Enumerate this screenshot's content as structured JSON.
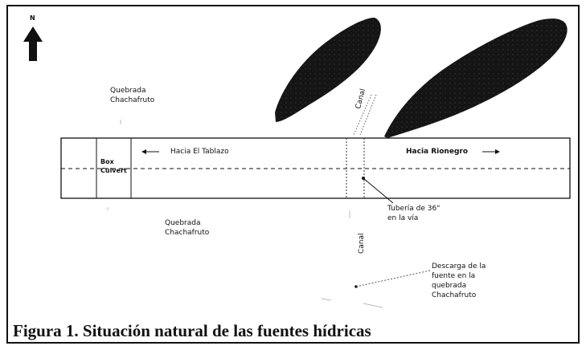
{
  "north_label": "N",
  "labels": {
    "quebrada_top": "Quebrada\nChachafruto",
    "canal_top": "Canal",
    "hacia_el_tablazo": "Hacia El Tablazo",
    "hacia_rionegro": "Hacia Rionegro",
    "box_culvert": "Box\nCulvert",
    "tuberia": "Tubería de 36\"\nen la vía",
    "quebrada_bottom": "Quebrada\nChachafruto",
    "canal_bottom": "Canal",
    "descarga": "Descarga de la\nfuente en la\nquebrada\nChachafruto"
  },
  "caption": "Figura 1. Situación natural de las fuentes hídricas"
}
